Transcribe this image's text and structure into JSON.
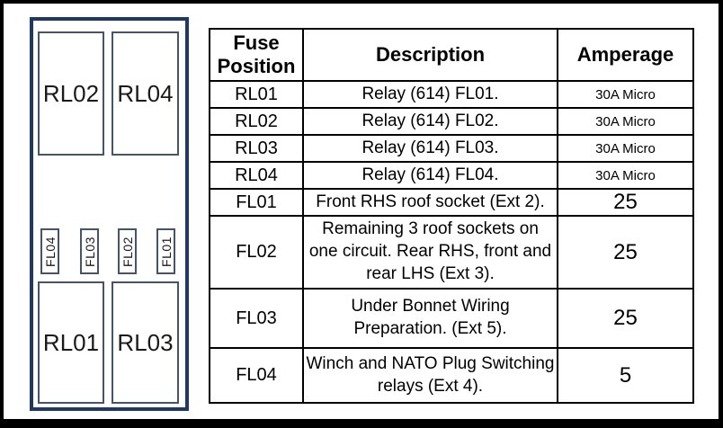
{
  "diagram": {
    "title": "fuse-and-relay-box-layout",
    "outer_border_color": "#1F3864",
    "inner_border_color": "#44546A",
    "relays": {
      "rl01": "RL01",
      "rl02": "RL02",
      "rl03": "RL03",
      "rl04": "RL04"
    },
    "fuses": {
      "fl01": "FL01",
      "fl02": "FL02",
      "fl03": "FL03",
      "fl04": "FL04"
    }
  },
  "table": {
    "headers": [
      "Fuse Position",
      "Description",
      "Amperage"
    ],
    "rows": [
      {
        "position": "RL01",
        "description": "Relay (614) FL01.",
        "amperage": "30A Micro"
      },
      {
        "position": "RL02",
        "description": "Relay (614) FL02.",
        "amperage": "30A Micro"
      },
      {
        "position": "RL03",
        "description": "Relay (614) FL03.",
        "amperage": "30A Micro"
      },
      {
        "position": "RL04",
        "description": "Relay (614) FL04.",
        "amperage": "30A Micro"
      },
      {
        "position": "FL01",
        "description": "Front RHS roof socket (Ext 2).",
        "amperage": "25"
      },
      {
        "position": "FL02",
        "description": "Remaining 3 roof sockets on one circuit. Rear RHS, front and rear LHS (Ext 3).",
        "amperage": "25"
      },
      {
        "position": "FL03",
        "description": "Under Bonnet Wiring Preparation. (Ext 5).",
        "amperage": "25"
      },
      {
        "position": "FL04",
        "description": "Winch and NATO Plug Switching relays (Ext 4).",
        "amperage": "5"
      }
    ]
  }
}
